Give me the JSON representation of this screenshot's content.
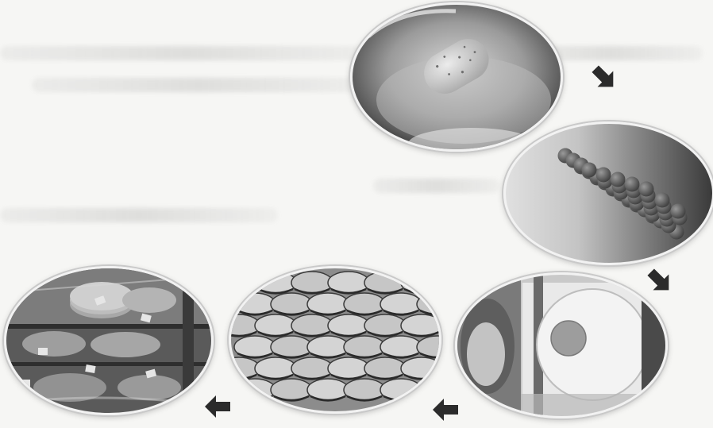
{
  "figure": {
    "panels": [
      {
        "name": "dough-in-bowl",
        "step": 1
      },
      {
        "name": "dough-balls-in-bowl",
        "step": 2
      },
      {
        "name": "pressed-dough-disc",
        "step": 3
      },
      {
        "name": "stacked-flatbreads",
        "step": 4
      },
      {
        "name": "packaged-flatbreads",
        "step": 5
      }
    ],
    "arrows": [
      {
        "name": "arrow-down-right",
        "direction": "down-right"
      },
      {
        "name": "arrow-down-right",
        "direction": "down-right"
      },
      {
        "name": "arrow-left",
        "direction": "left"
      },
      {
        "name": "arrow-left",
        "direction": "left"
      }
    ],
    "colors": {
      "background": "#f6f6f4",
      "arrow": "#2b2b2b"
    }
  }
}
